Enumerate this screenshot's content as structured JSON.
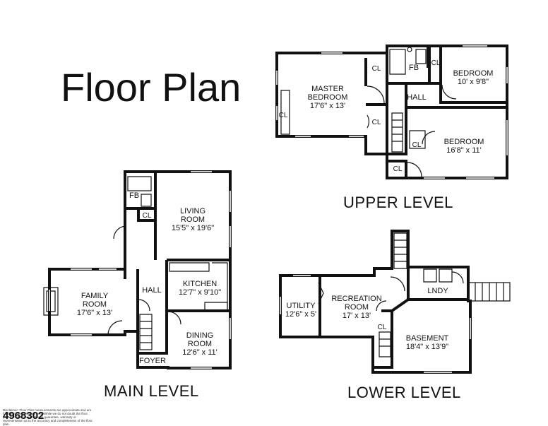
{
  "title": "Floor Plan",
  "levels": {
    "upper": "UPPER LEVEL",
    "main": "MAIN LEVEL",
    "lower": "LOWER LEVEL"
  },
  "listing_number": "4968302",
  "disclaimer": "Disclaimer: Floor Plan measurements are approximate and are for illustrative purposes only. While we do not doubt the floor plan's accuracy, we make no guarantee, warranty or representation as to the accuracy and completeness of the floor plan.",
  "rooms": {
    "master_bedroom": {
      "name1": "MASTER",
      "name2": "BEDROOM",
      "size": "17'6\" x 13'"
    },
    "bedroom_small": {
      "name": "BEDROOM",
      "size": "10' x 9'8\""
    },
    "bedroom_large": {
      "name": "BEDROOM",
      "size": "16'8\" x 11'"
    },
    "upper_hall": "HALL",
    "upper_fb": "FB",
    "living_room": {
      "name": "LIVING",
      "name2": "ROOM",
      "size": "15'5\" x 19'6\""
    },
    "kitchen": {
      "name": "KITCHEN",
      "size": "12'7\" x 9'10\""
    },
    "dining_room": {
      "name": "DINING",
      "name2": "ROOM",
      "size": "12'6\" x 11'"
    },
    "family_room": {
      "name": "FAMILY",
      "name2": "ROOM",
      "size": "17'6\" x 13'"
    },
    "main_hall": "HALL",
    "main_fb": "FB",
    "foyer": "FOYER",
    "utility": {
      "name": "UTILITY",
      "size": "12'6\" x 5'"
    },
    "recreation_room": {
      "name": "RECREATION",
      "name2": "ROOM",
      "size": "17' x 13'"
    },
    "laundry": "LNDY",
    "basement": {
      "name": "BASEMENT",
      "size": "18'4\" x 13'9\""
    }
  },
  "closet_label": "CL"
}
